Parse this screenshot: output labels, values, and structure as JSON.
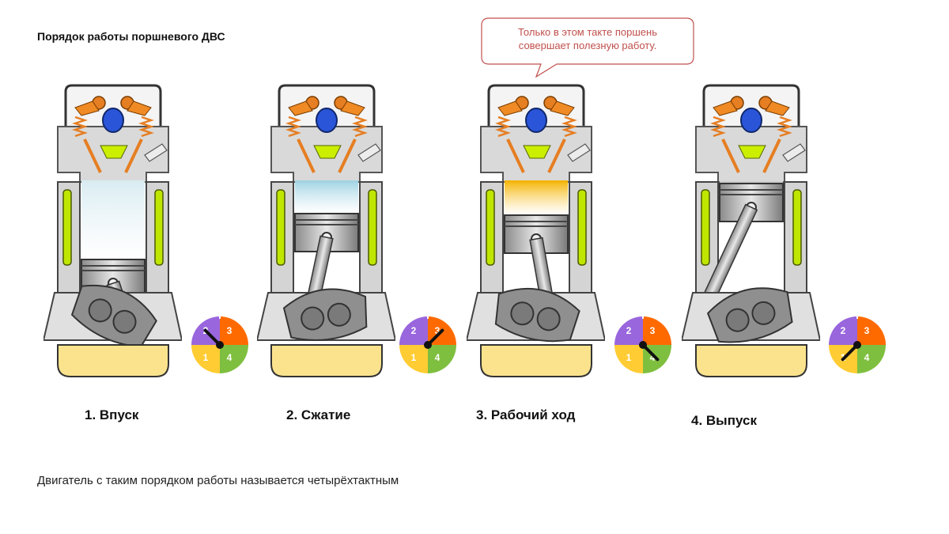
{
  "title": "Порядок работы поршневого ДВС",
  "callout": "Только в этом такте поршень\nсовершает полезную работу.",
  "strokes": [
    {
      "label": "1. Впуск",
      "phase": 1,
      "gas_color": "#d9ecf2",
      "dial_needle_angle": 225
    },
    {
      "label": "2. Сжатие",
      "phase": 2,
      "gas_color": "#9fd3e3",
      "dial_needle_angle": 315
    },
    {
      "label": "3. Рабочий ход",
      "phase": 3,
      "gas_color": "#f5b400",
      "dial_needle_angle": 45
    },
    {
      "label": "4. Выпуск",
      "phase": 4,
      "gas_color": "#d2d2d2",
      "dial_needle_angle": 135
    }
  ],
  "dial_sectors": [
    {
      "number": "2",
      "color": "#9966dd"
    },
    {
      "number": "3",
      "color": "#ff6a00"
    },
    {
      "number": "4",
      "color": "#7fbf3f"
    },
    {
      "number": "1",
      "color": "#ffcc33"
    }
  ],
  "footer": "Двигатель с таким порядком работы называется четырёхтактным"
}
